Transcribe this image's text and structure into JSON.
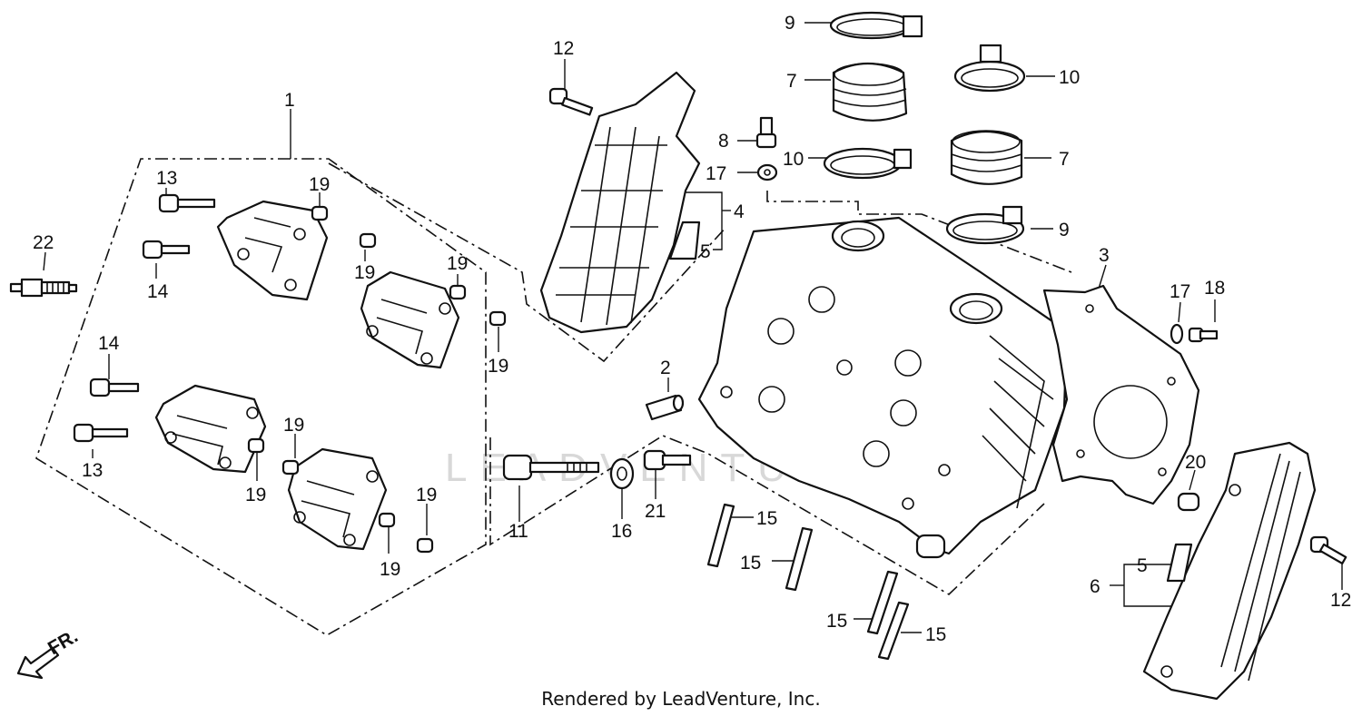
{
  "diagram": {
    "watermark": "LEADVENTURE",
    "footer": "Rendered by LeadVenture, Inc.",
    "direction_arrow": "FR.",
    "icons": [
      "spark-plug",
      "camshaft-holder",
      "head-cover",
      "cylinder-head",
      "gasket",
      "insulator-band",
      "intake-joint",
      "bolt",
      "stud",
      "washer",
      "dowel-pin",
      "arrow-icon"
    ],
    "labels": {
      "l1": "1",
      "l2": "2",
      "l3": "3",
      "l4": "4",
      "l5a": "5",
      "l5b": "5",
      "l6": "6",
      "l7a": "7",
      "l7b": "7",
      "l8": "8",
      "l9a": "9",
      "l9b": "9",
      "l10a": "10",
      "l10b": "10",
      "l11": "11",
      "l12a": "12",
      "l12b": "12",
      "l13a": "13",
      "l13b": "13",
      "l14a": "14",
      "l14b": "14",
      "l15a": "15",
      "l15b": "15",
      "l15c": "15",
      "l15d": "15",
      "l16": "16",
      "l17a": "17",
      "l17b": "17",
      "l18": "18",
      "l19a": "19",
      "l19b": "19",
      "l19c": "19",
      "l19d": "19",
      "l19e": "19",
      "l19f": "19",
      "l19g": "19",
      "l20": "20",
      "l21": "21",
      "l22": "22"
    }
  }
}
